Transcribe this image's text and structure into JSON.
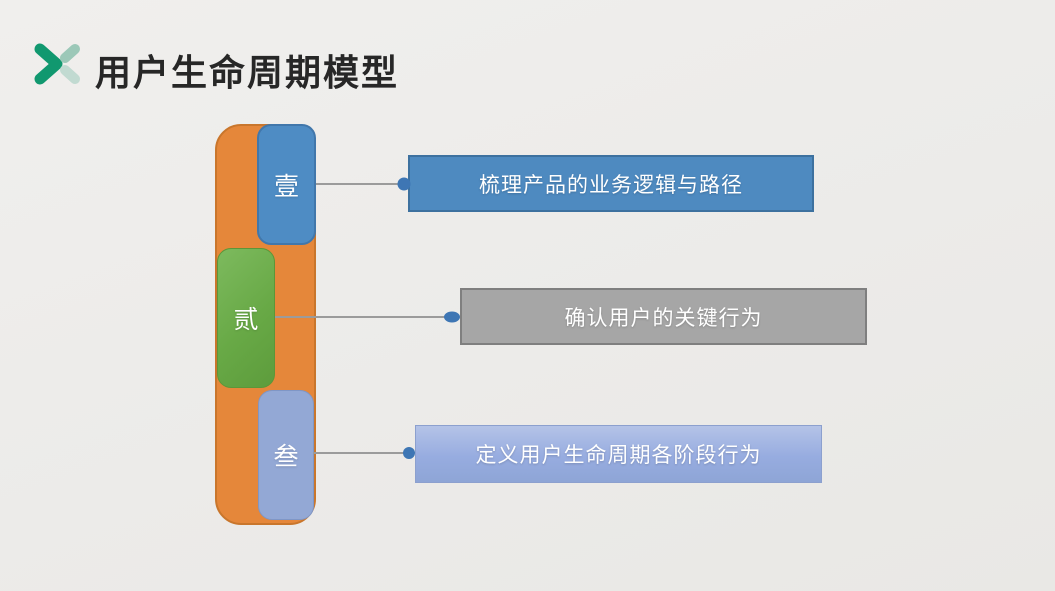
{
  "header": {
    "logo": {
      "icon": "x-chevron-logo",
      "dark_color": "#11986F",
      "light_color_top": "#9CC8B8",
      "light_color_bottom": "#C1DAD1"
    },
    "title": "用户生命周期模型"
  },
  "diagram": {
    "pillar_color": "#E5873A",
    "pillar_border": "#C9762C",
    "connector_color": "#9B9B9B",
    "dot_color": "#3E76B4",
    "stages": [
      {
        "num_label": "壹",
        "badge_color": "#4E8CC4",
        "badge_side": "right",
        "bar_text": "梳理产品的业务逻辑与路径",
        "bar_fill": "#4E8AC0",
        "bar_border": "#3D719F"
      },
      {
        "num_label": "贰",
        "badge_color": "#68A946",
        "badge_side": "left",
        "bar_text": "确认用户的关键行为",
        "bar_fill": "#A6A6A6",
        "bar_border": "#7F7F7F"
      },
      {
        "num_label": "叁",
        "badge_color": "#93A8D5",
        "badge_side": "right",
        "bar_text": "定义用户生命周期各阶段行为",
        "bar_fill": "#9FB4E0",
        "bar_border": "#8CA0CE"
      }
    ]
  }
}
